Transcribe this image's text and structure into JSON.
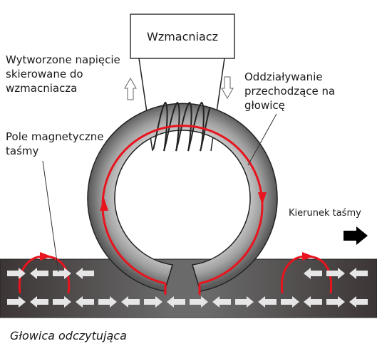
{
  "amplifier": {
    "label": "Wzmacniacz"
  },
  "labels": {
    "generated_voltage": "Wytworzone napięcie\nskierowane do\nwzmacniacza",
    "interaction": "Oddziaływanie\nprzechodzące na\ngłowicę",
    "tape_field": "Pole magnetyczne\ntaśmy",
    "tape_direction": "Kierunek taśmy"
  },
  "caption": "Głowica odczytująca",
  "colors": {
    "core_dark": "#555555",
    "core_light": "#c8c8c8",
    "tape_dark": "#3a3a3a",
    "tape_mid": "#6e6e6e",
    "flux_red": "#e8141e",
    "tape_arrow": "#e6e6e6",
    "direction_arrow": "#000000"
  },
  "icons": {
    "up_arrow": "hollow-up-arrow-icon",
    "down_arrow": "hollow-down-arrow-icon",
    "direction": "right-arrow-icon"
  }
}
